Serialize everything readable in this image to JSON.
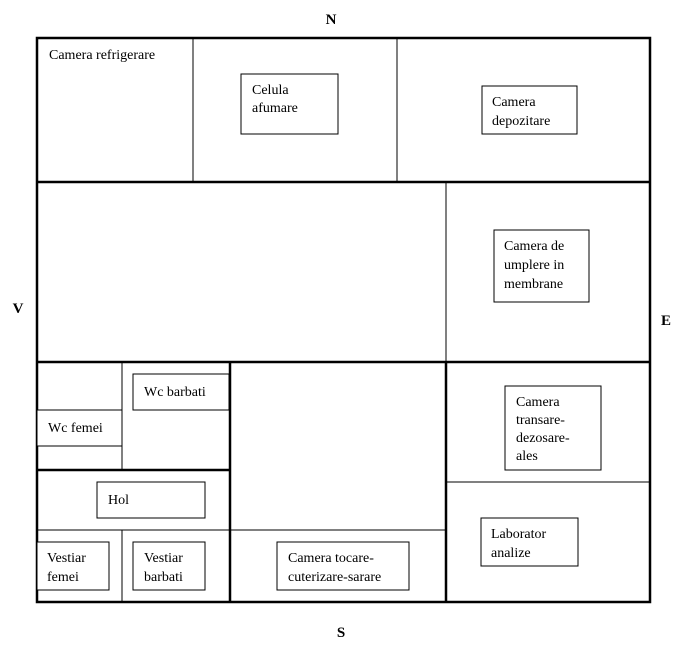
{
  "compass": {
    "north": "N",
    "south": "S",
    "west": "V",
    "east": "E"
  },
  "rooms": {
    "camera_refrigerare": [
      "Camera refrigerare"
    ],
    "celula_afumare": [
      "Celula",
      "afumare"
    ],
    "camera_depozitare": [
      "Camera",
      "depozitare"
    ],
    "camera_umplere": [
      "Camera de",
      "umplere in",
      "membrane"
    ],
    "wc_barbati": [
      "Wc barbati"
    ],
    "wc_femei": [
      "Wc femei"
    ],
    "hol": [
      "Hol"
    ],
    "vestiar_femei": [
      "Vestiar",
      "femei"
    ],
    "vestiar_barbati": [
      "Vestiar",
      "barbati"
    ],
    "camera_tocare": [
      "Camera tocare-",
      "cuterizare-sarare"
    ],
    "camera_transare": [
      "Camera",
      "transare-",
      "dezosare-",
      "ales"
    ],
    "laborator_analize": [
      "Laborator",
      "analize"
    ]
  },
  "colors": {
    "line": "#000000",
    "background": "#ffffff"
  }
}
